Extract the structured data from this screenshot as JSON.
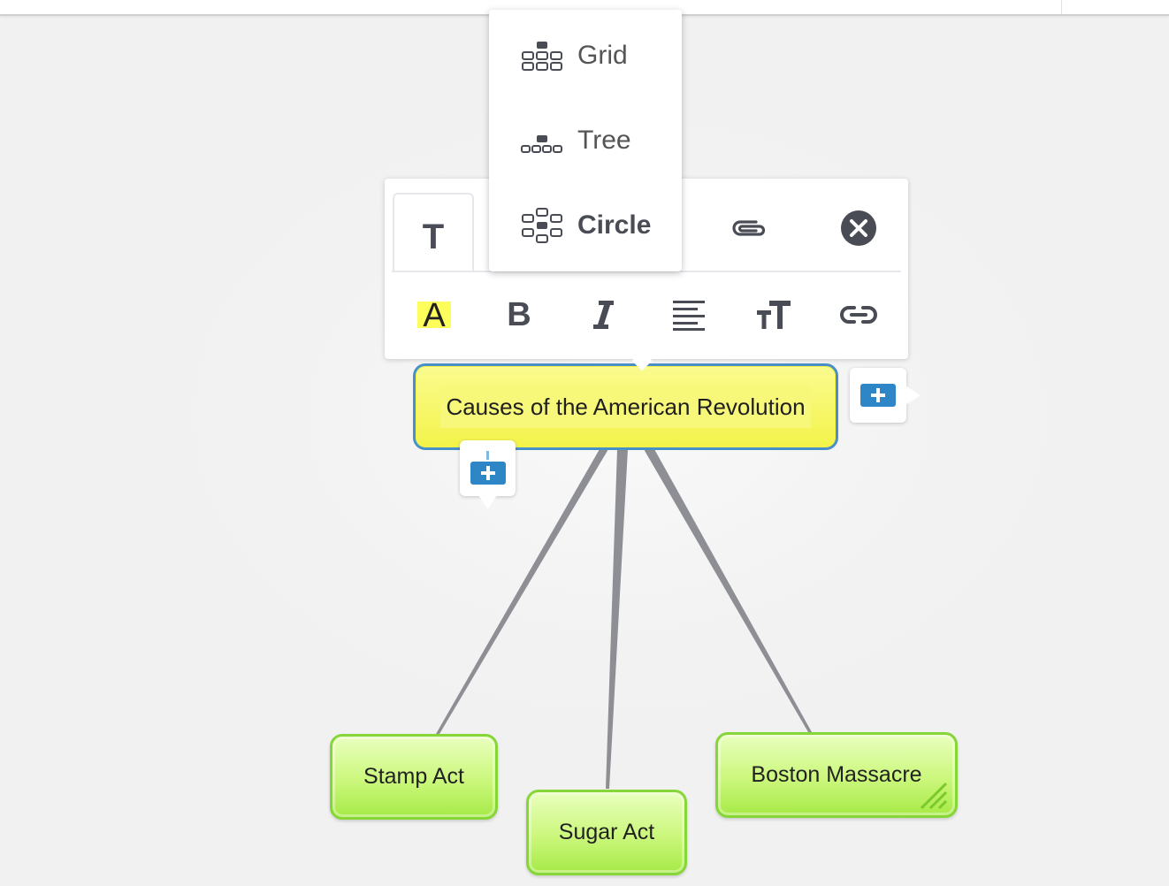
{
  "colors": {
    "root_fill": "#f3f34a",
    "root_border": "#4a90c8",
    "child_fill": "#b8ef5c",
    "child_border": "#86d638",
    "add_button": "#2e86c6",
    "connector": "#8e8f94",
    "icon": "#4a4c55"
  },
  "layout_menu": {
    "items": [
      {
        "label": "Grid",
        "icon": "grid-layout-icon",
        "active": false
      },
      {
        "label": "Tree",
        "icon": "tree-layout-icon",
        "active": false
      },
      {
        "label": "Circle",
        "icon": "circle-layout-icon",
        "active": true
      }
    ]
  },
  "toolbar": {
    "text_tab_label": "T",
    "tabs_icons": [
      "text-tab",
      "attachment-icon",
      "close-icon"
    ],
    "format": {
      "highlight_label": "A",
      "bold_label": "B",
      "italic_icon": "italic-icon",
      "align_icon": "align-left-icon",
      "font_size_icon": "font-size-icon",
      "link_icon": "link-icon"
    }
  },
  "map": {
    "root": {
      "label": "Causes of the American Revolution"
    },
    "children": [
      {
        "label": "Stamp Act"
      },
      {
        "label": "Sugar Act"
      },
      {
        "label": "Boston Massacre"
      }
    ]
  }
}
